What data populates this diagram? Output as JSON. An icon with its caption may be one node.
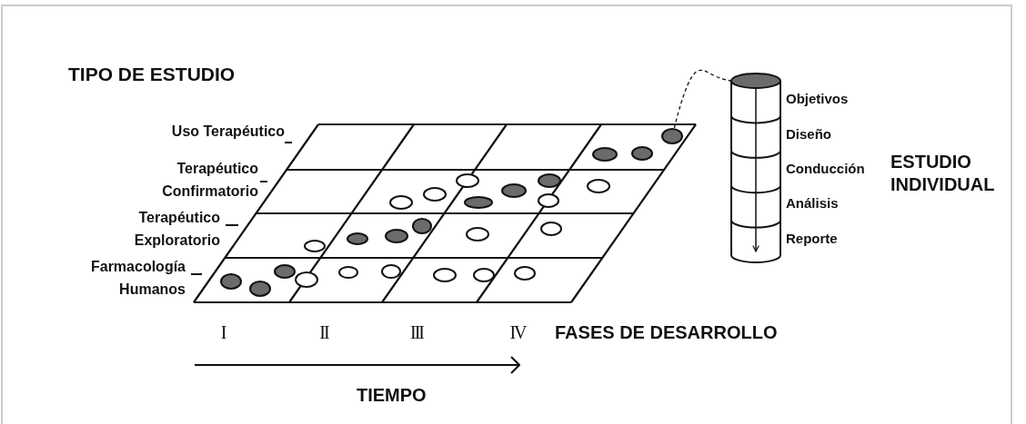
{
  "diagram": {
    "title": "TIPO DE ESTUDIO",
    "nodes": [
      {
        "text": [],
        "shape": "circle"
      },
      {
        "text": [],
        "shape": "circle"
      },
      {
        "text": [],
        "shape": "circle"
      },
      {
        "text": [],
        "shape": "circle"
      },
      {
        "text": [],
        "shape": "circle"
      },
      {
        "text": [],
        "shape": "circle"
      },
      {
        "text": [],
        "shape": "circle"
      },
      {
        "text": [],
        "shape": "circle"
      },
      {
        "text": [],
        "shape": "circle"
      },
      {
        "text": [],
        "shape": "circle"
      },
      {
        "text": [],
        "shape": "circle"
      },
      {
        "text": [],
        "shape": "circle"
      },
      {
        "text": [],
        "shape": "circle"
      },
      {
        "text": [],
        "shape": "circle"
      },
      {
        "text": [],
        "shape": "circle"
      },
      {
        "text": [],
        "shape": "circle"
      },
      {
        "text": [],
        "shape": "circle"
      },
      {
        "text": [],
        "shape": "circle"
      },
      {
        "text": [],
        "shape": "circle"
      },
      {
        "text": [],
        "shape": "circle"
      },
      {
        "text": [],
        "shape": "circle"
      },
      {
        "text": [],
        "shape": "circle"
      },
      {
        "text": [],
        "shape": "circle"
      },
      {
        "text": [],
        "shape": "circle"
      },
      {
        "text": [],
        "shape": "circle"
      },
      {
        "text": [],
        "shape": "circle"
      },
      {
        "text": [],
        "shape": "cylinder",
        "beside": [
          "Objetivos",
          "Diseño",
          "Conducción",
          "Análisis",
          "Reporte"
        ]
      }
    ],
    "edges": [
      {
        "from": 25,
        "to": 26,
        "arrow": "none",
        "style": "dashed"
      }
    ],
    "labels": [
      "Uso Terapéutico",
      "Terapéutico Confirmatorio",
      "Terapéutico Exploratorio",
      "Farmacología Humanos",
      "ESTUDIO INDIVIDUAL",
      "I",
      "II",
      "III",
      "IV",
      "FASES DE DESARROLLO",
      "TIEMPO"
    ]
  }
}
